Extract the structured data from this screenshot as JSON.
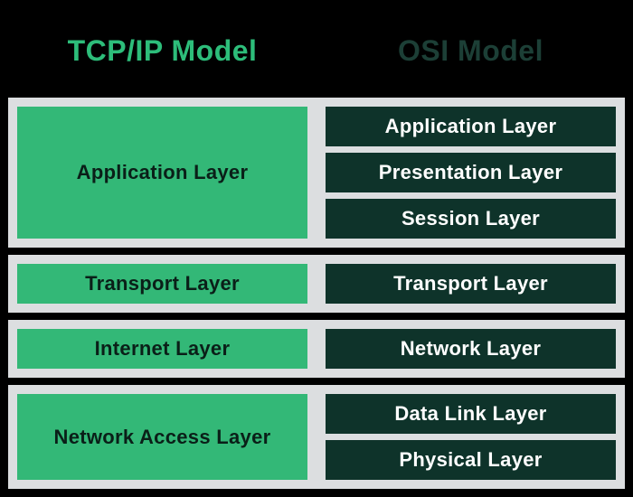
{
  "header": {
    "left_title": "TCP/IP Model",
    "right_title": "OSI Model"
  },
  "colors": {
    "background": "#000000",
    "panel": "#dcdee0",
    "tcpip_box": "#33b877",
    "tcpip_text": "#0a1f18",
    "tcpip_title": "#2dbd7a",
    "osi_box": "#0e332a",
    "osi_text": "#ffffff",
    "osi_title": "#1c3f36"
  },
  "groups": [
    {
      "tcpip": "Application Layer",
      "osi": [
        "Application Layer",
        "Presentation Layer",
        "Session Layer"
      ]
    },
    {
      "tcpip": "Transport Layer",
      "osi": [
        "Transport Layer"
      ]
    },
    {
      "tcpip": "Internet Layer",
      "osi": [
        "Network Layer"
      ]
    },
    {
      "tcpip": "Network Access Layer",
      "osi": [
        "Data Link Layer",
        "Physical Layer"
      ]
    }
  ]
}
